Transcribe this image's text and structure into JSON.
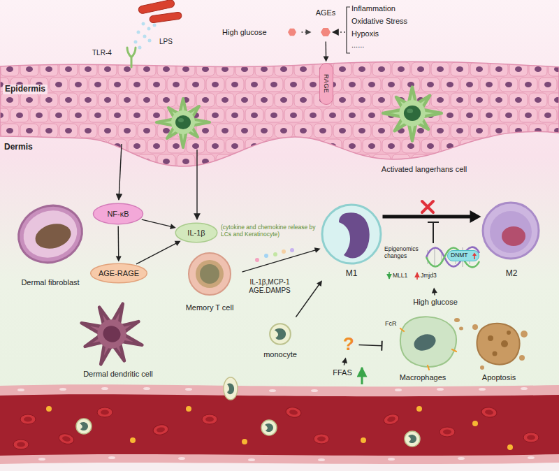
{
  "diagram": {
    "nodes": [
      {
        "text": [
          "High glucose"
        ]
      },
      {
        "text": [
          "AGEs"
        ]
      },
      {
        "text": [
          "RAGE"
        ]
      },
      {
        "text": [
          "Activated langerhans cell"
        ]
      },
      {
        "text": [
          "NF-κB"
        ]
      },
      {
        "text": [
          "IL-1β"
        ]
      },
      {
        "text": [
          "Dermal fibroblast"
        ]
      },
      {
        "text": [
          "AGE-RAGE"
        ]
      },
      {
        "text": [
          "Memory T cell"
        ]
      },
      {
        "text": [
          "M1"
        ]
      },
      {
        "text": [
          "M2"
        ]
      },
      {
        "text": [
          "Epigenomics changes",
          "MLL1",
          "Jmjd3"
        ]
      },
      {
        "text": [
          "DNMT"
        ],
        "in": 11
      },
      {
        "text": [
          "High glucose"
        ]
      },
      {
        "text": [
          "Dermal dendritic cell"
        ]
      },
      {
        "text": [
          "monocyte"
        ]
      },
      {
        "text": [
          "?"
        ]
      },
      {
        "text": [
          "Macrophages"
        ]
      },
      {
        "text": [
          "Apoptosis"
        ]
      },
      {
        "text": [
          "FFAS"
        ]
      }
    ],
    "edges": [
      {
        "from": 0,
        "to": 1,
        "arrow": "to"
      },
      {
        "from": 1,
        "to": 2,
        "arrow": "to"
      },
      {
        "from": 4,
        "to": 5,
        "arrow": "to"
      },
      {
        "from": 4,
        "to": 7,
        "arrow": "to"
      },
      {
        "from": 7,
        "to": 5,
        "arrow": "to"
      },
      {
        "from": 8,
        "to": 9,
        "label": "IL-1β,MCP-1 AGE.DAMPS",
        "arrow": "to"
      },
      {
        "from": 15,
        "to": 9,
        "arrow": "to"
      },
      {
        "from": 9,
        "to": 10,
        "arrow": "to"
      },
      {
        "from": 13,
        "to": 11,
        "arrow": "to"
      },
      {
        "from": 19,
        "to": 16,
        "arrow": "to"
      },
      {
        "from": 16,
        "to": 17,
        "arrow": "to"
      }
    ],
    "labels": [
      "LPS",
      "TLR-4",
      "Inflammation",
      "Oxidative Stress",
      "Hypoxis",
      "......",
      "Epidermis",
      "Dermis",
      "(cytokine and chemokine release by LCs and Keratinocyte)",
      "FcR"
    ]
  }
}
